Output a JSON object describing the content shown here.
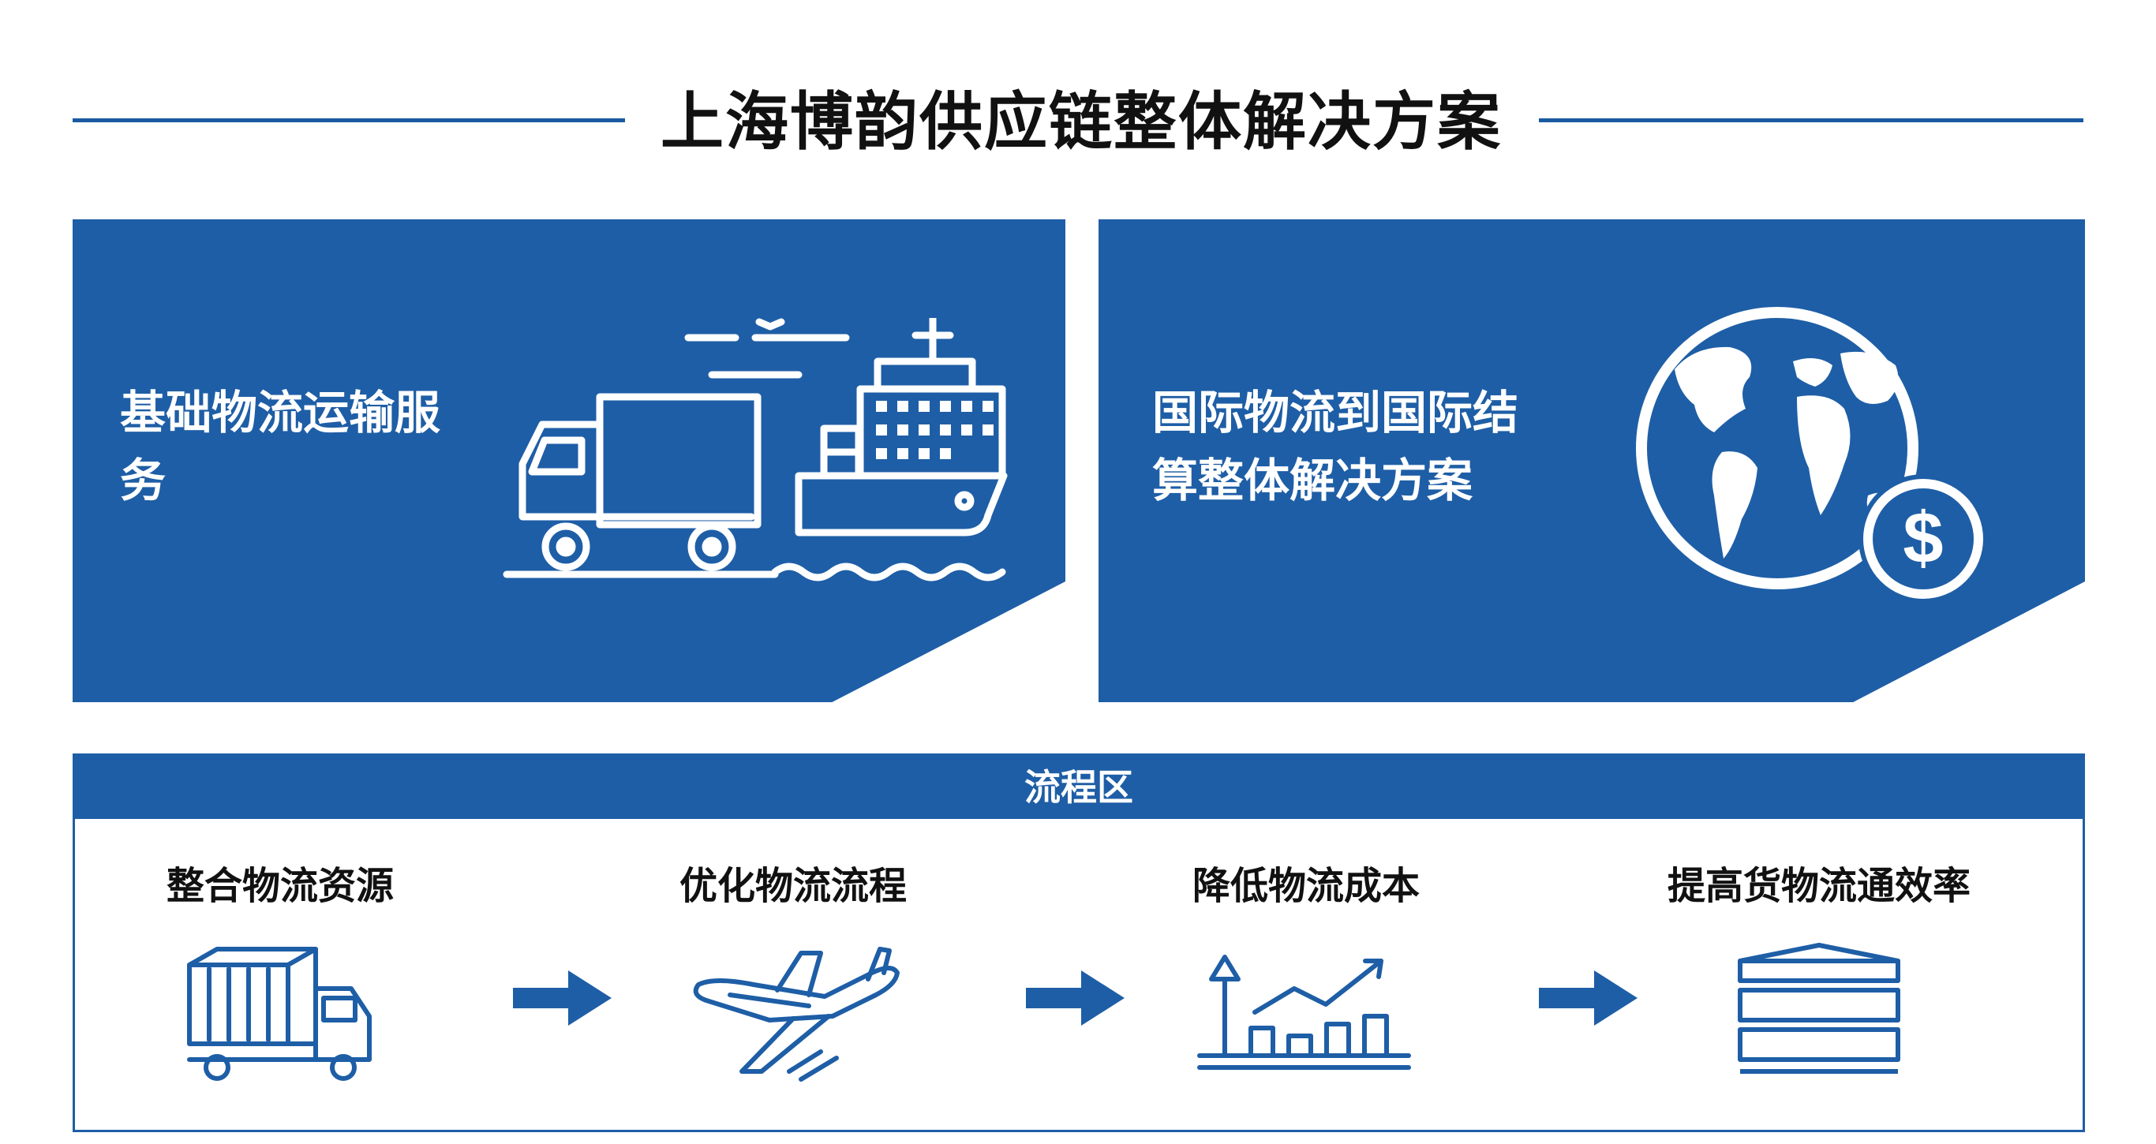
{
  "title": "上海博韵供应链整体解决方案",
  "panels": [
    {
      "label": "基础物流运输服务",
      "icon": "truck-ship-icon"
    },
    {
      "label": "国际物流到国际结算整体解决方案",
      "icon": "globe-dollar-icon"
    }
  ],
  "process": {
    "header": "流程区",
    "steps": [
      {
        "label": "整合物流资源",
        "icon": "container-truck-icon"
      },
      {
        "label": "优化物流流程",
        "icon": "airplane-icon"
      },
      {
        "label": "降低物流成本",
        "icon": "chart-growth-icon"
      },
      {
        "label": "提高货物流通效率",
        "icon": "stacked-layers-icon"
      }
    ]
  },
  "colors": {
    "primary": "#1e5ea6",
    "accent": "#1a5aa0",
    "text": "#111111"
  }
}
